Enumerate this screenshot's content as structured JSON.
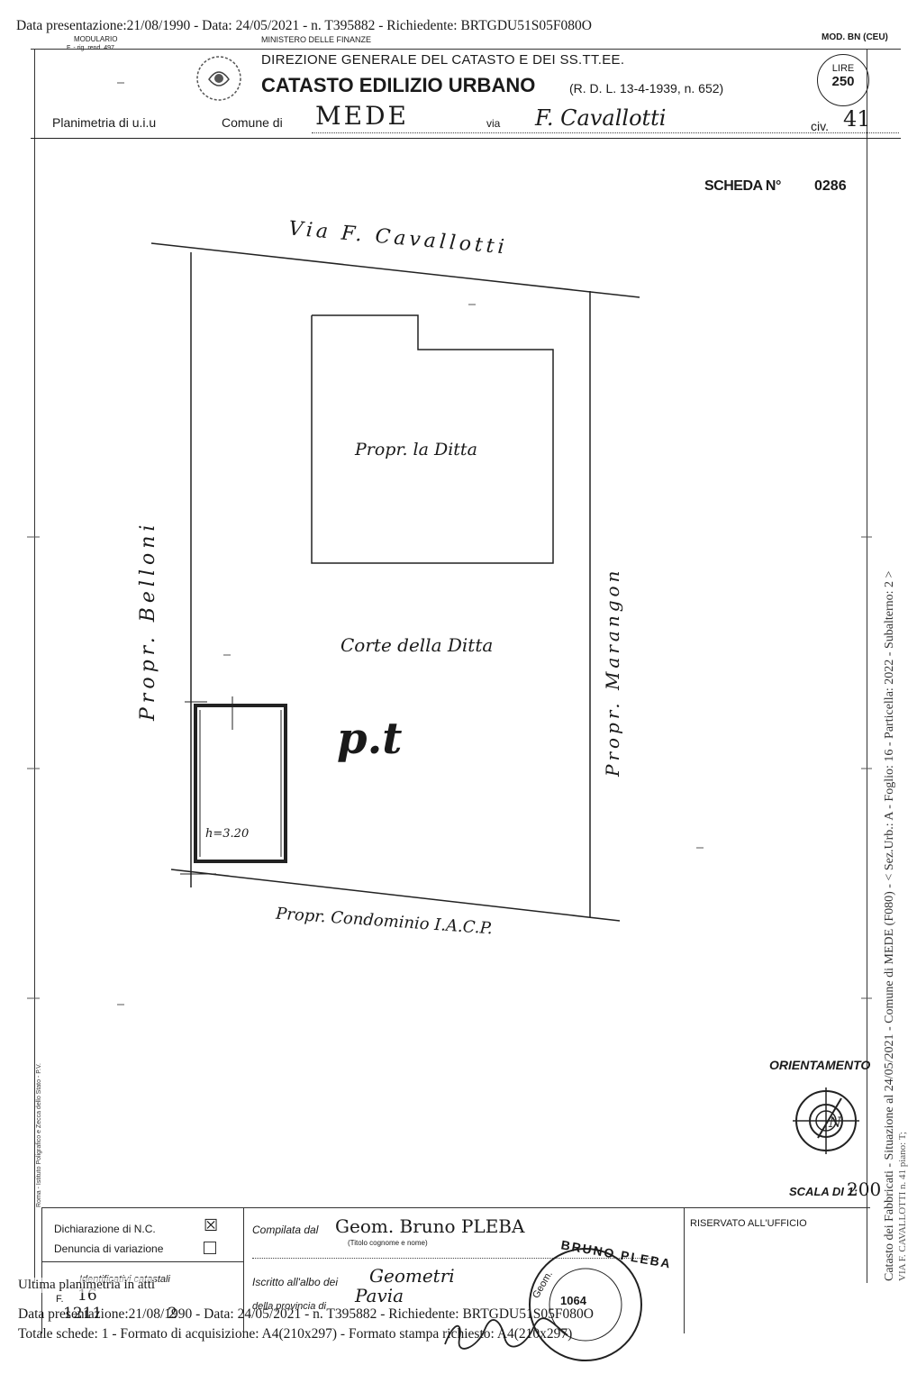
{
  "header": {
    "top_stamp": "Data presentazione:21/08/1990 - Data: 24/05/2021 - n. T395882 - Richiedente: BRTGDU51S05F080O",
    "modulario": "MODULARIO",
    "modulario_sub": "F. - rig. rend. 497",
    "ministero": "MINISTERO DELLE FINANZE",
    "mod": "MOD. BN (CEU)",
    "direzione": "DIREZIONE GENERALE DEL CATASTO E DEI SS.TT.EE.",
    "title": "CATASTO EDILIZIO URBANO",
    "law": "(R. D. L. 13-4-1939, n. 652)",
    "stamp_top": "LIRE",
    "stamp_value": "250"
  },
  "address": {
    "label_planimetria": "Planimetria di u.i.u",
    "label_comune": "Comune di",
    "comune": "MEDE",
    "label_via": "via",
    "via": "F. Cavallotti",
    "label_civ": "civ.",
    "civ": "41"
  },
  "scheda": {
    "label": "SCHEDA N°",
    "number": "0286"
  },
  "plan": {
    "street": "Via F. Cavallotti",
    "building": "Propr. la Ditta",
    "courtyard": "Corte della Ditta",
    "floor": "p.t",
    "height": "h=3.20",
    "left_owner": "Propr. Belloni",
    "right_owner": "Propr. Marangon",
    "bottom_owner": "Propr. Condominio I.A.C.P."
  },
  "side_stamp": "Catasto dei Fabbricati - Situazione al 24/05/2021 - Comune di MEDE (F080) - < Sez.Urb.: A - Foglio: 16 - Particella: 2022 - Subalterno: 2 >",
  "side_stamp2": "VIA F. CAVALLOTTI n. 41 piano: T;",
  "side_small": "Ultima planimetria in atti",
  "printer_note": "Roma - Istituto Poligrafico e Zecca dello Stato - P.V.",
  "orientation": {
    "label": "ORIENTAMENTO"
  },
  "scale": {
    "label": "SCALA DI 1:",
    "value": "200"
  },
  "footer": {
    "dichiarazione_label": "Dichiarazione di N.C.",
    "denuncia_label": "Denuncia di variazione",
    "identificativi_label": "Identificativi catastali",
    "f_label": "F.",
    "foglio": "16",
    "particella": "1211",
    "subalterno": "2",
    "compilata_label": "Compilata dal",
    "compilata_value": "Geom. Bruno PLEBA",
    "titolo_caption": "(Titolo cognome e nome)",
    "iscritto_label": "Iscritto all'albo dei",
    "albo_value": "Geometri",
    "provincia_label": "della provincia di",
    "provincia_value": "Pavia",
    "riservato": "RISERVATO ALL'UFFICIO",
    "seal_name": "BRUNO PLEBA",
    "seal_prefix": "Geom.",
    "seal_num": "1064",
    "ultima": "Ultima planimetria in atti",
    "stamp_line1": "Data presentazione:21/08/1990 - Data: 24/05/2021 - n. T395882 - Richiedente: BRTGDU51S05F080O",
    "stamp_line2": "Totale schede: 1 - Formato di acquisizione: A4(210x297) - Formato stampa richiesto: A4(210x297)"
  }
}
